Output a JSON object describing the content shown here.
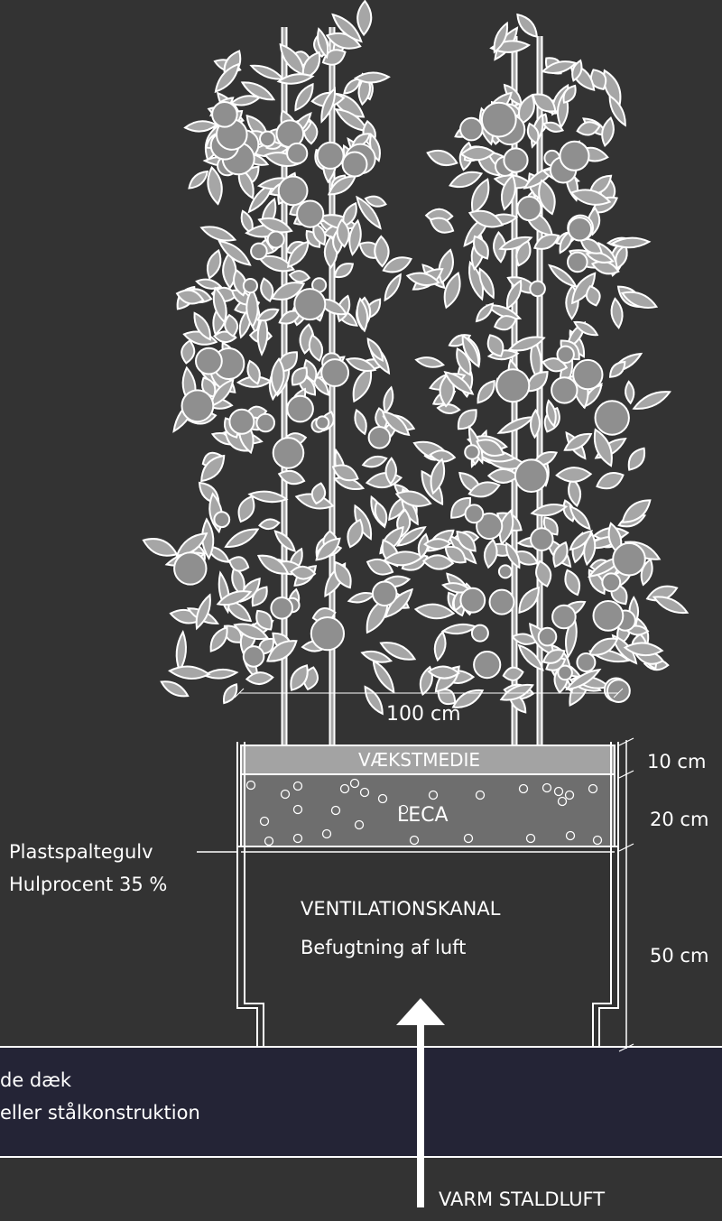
{
  "colors": {
    "background": "#333333",
    "slab": "#242436",
    "plant_fill": "#a6a6a6",
    "plant_outline": "#ffffff",
    "growth_medium": "#a3a3a3",
    "leca": "#6e6e6e",
    "line": "#ffffff"
  },
  "icons": {
    "plants": "tomato-plant-icon",
    "arrow": "up-arrow-icon",
    "pellets": "circle-icon"
  },
  "labels": {
    "width_dim": "100 cm",
    "growth_medium": "VÆKSTMEDIE",
    "leca": "LECA",
    "dim_growth_medium": "10 cm",
    "dim_leca": "20 cm",
    "dim_channel": "50 cm",
    "floor_line1": "Plastspaltegulv",
    "floor_line2": "Hulprocent 35 %",
    "channel_title": "VENTILATIONSKANAL",
    "channel_subtitle": "Befugtning af luft",
    "slab_line1": "de dæk",
    "slab_line2": "eller stålkonstruktion",
    "warm_air": "VARM STALDLUFT"
  }
}
